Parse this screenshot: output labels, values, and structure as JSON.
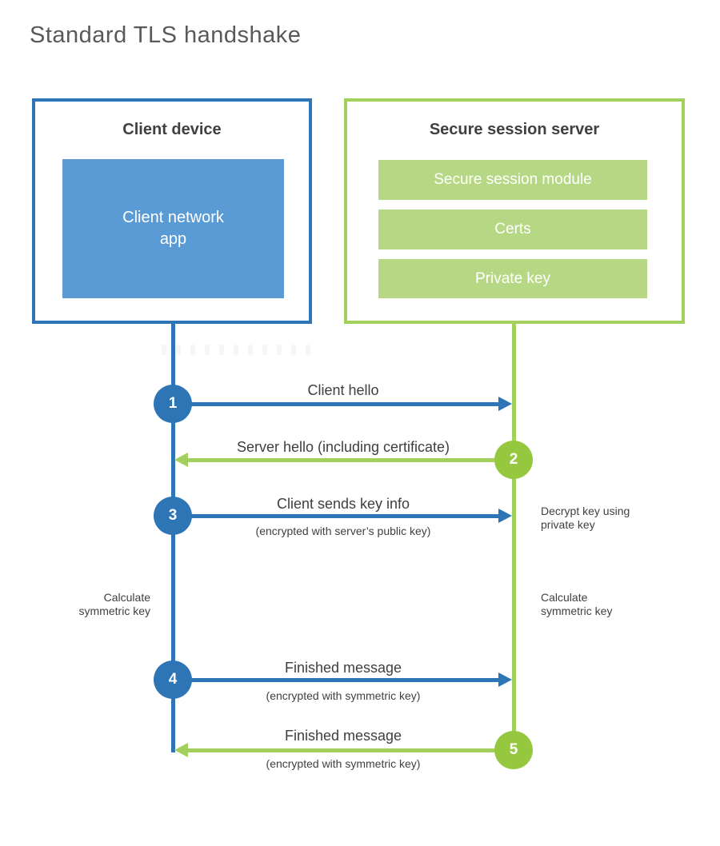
{
  "title": "Standard TLS handshake",
  "colors": {
    "blue": "#2e75b6",
    "blue_fill": "#5b9bd5",
    "green": "#a3cf5c",
    "green_circle": "#95c83f",
    "green_fill": "#b6d884",
    "text_dark": "#3f4041",
    "title_gray": "#58595b"
  },
  "client": {
    "title": "Client device",
    "app": {
      "line1": "Client network",
      "line2": "app"
    }
  },
  "server": {
    "title": "Secure session server",
    "modules": [
      {
        "label": "Secure session module"
      },
      {
        "label": "Certs"
      },
      {
        "label": "Private key"
      }
    ]
  },
  "messages": [
    {
      "step": "1",
      "from": "client",
      "to": "server",
      "label": "Client hello",
      "sublabel": ""
    },
    {
      "step": "2",
      "from": "server",
      "to": "client",
      "label": "Server hello (including certificate)",
      "sublabel": ""
    },
    {
      "step": "3",
      "from": "client",
      "to": "server",
      "label": "Client sends key info",
      "sublabel": "(encrypted with server’s public key)"
    },
    {
      "step": "4",
      "from": "client",
      "to": "server",
      "label": "Finished message",
      "sublabel": "(encrypted with symmetric key)"
    },
    {
      "step": "5",
      "from": "server",
      "to": "client",
      "label": "Finished message",
      "sublabel": "(encrypted with symmetric key)"
    }
  ],
  "notes": {
    "decrypt": {
      "line1": "Decrypt key using",
      "line2": "private key"
    },
    "calc_left": {
      "line1": "Calculate",
      "line2": "symmetric key"
    },
    "calc_right": {
      "line1": "Calculate",
      "line2": "symmetric key"
    }
  }
}
